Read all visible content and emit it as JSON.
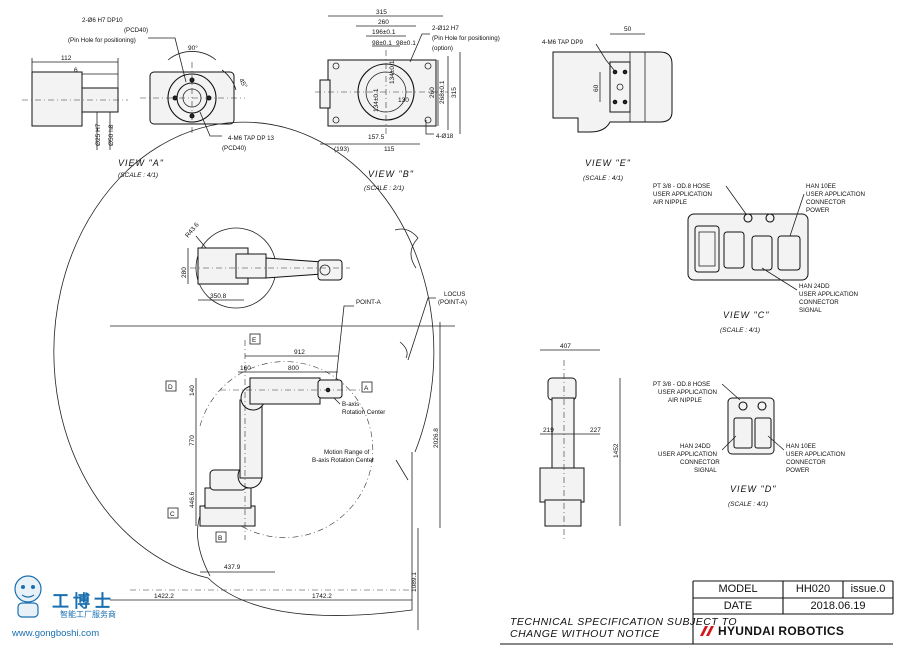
{
  "view_a": {
    "title": "VIEW \"A\"",
    "scale": "(SCALE : 4/1)",
    "pin_label_1": "2-Ø6 H7 DP10",
    "pin_label_2": "(PCD40)",
    "pin_label_3": "(Pin Hole for positioning)",
    "tap_label_1": "4-M6 TAP DP 13",
    "tap_label_2": "(PCD40)",
    "dim_112": "112",
    "dim_6": "6",
    "dim_d25": "Ø25 H7",
    "dim_d50": "Ø50 h8",
    "ang_90": "90°",
    "ang_45": "45°"
  },
  "view_b": {
    "title": "VIEW \"B\"",
    "scale": "(SCALE : 2/1)",
    "label_1": "2-Ø12 H7",
    "label_2": "(Pin Hole for positioning)",
    "label_3": "(option)",
    "label_4": "4-Ø18",
    "dim_315_top": "315",
    "dim_260": "260",
    "dim_196": "196±0.1",
    "dim_98a": "98±0.1",
    "dim_98b": "98±0.1",
    "dim_134a": "134±0.1",
    "dim_134b": "134±0.1",
    "dim_130": "130",
    "dim_260r": "260",
    "dim_268": "268±0.1",
    "dim_315r": "315",
    "dim_193": "(193)",
    "dim_157": "157.5",
    "dim_115": "115"
  },
  "view_e": {
    "title": "VIEW \"E\"",
    "scale": "(SCALE : 4/1)",
    "tap": "4-M6 TAP DP9",
    "dim_50": "50",
    "dim_60": "60"
  },
  "view_c": {
    "title": "VIEW \"C\"",
    "scale": "(SCALE : 4/1)",
    "air_1": "PT 3/8 - OD.8 HOSE",
    "air_2": "USER APPLICATION",
    "air_3": "AIR NIPPLE",
    "power_1": "HAN 10EE",
    "power_2": "USER APPLICATION",
    "power_3": "CONNECTOR",
    "power_4": "POWER",
    "signal_1": "HAN 24DD",
    "signal_2": "USER APPLICATION",
    "signal_3": "CONNECTOR",
    "signal_4": "SIGNAL"
  },
  "view_d": {
    "title": "VIEW \"D\"",
    "scale": "(SCALE : 4/1)",
    "air_1": "PT 3/8 - OD.8 HOSE",
    "air_2": "USER APPLICATION",
    "air_3": "AIR NIPPLE",
    "signal_1": "HAN 24DD",
    "signal_2": "USER APPLICATION",
    "signal_3": "CONNECTOR",
    "signal_4": "SIGNAL",
    "power_1": "HAN 10EE",
    "power_2": "USER APPLICATION",
    "power_3": "CONNECTOR",
    "power_4": "POWER"
  },
  "top_view": {
    "dim_r": "R43.6",
    "dim_280": "280",
    "dim_350": "350.8"
  },
  "side_view": {
    "point_a": "POINT-A",
    "locus_1": "LOCUS",
    "locus_2": "(POINT-A)",
    "b_axis_1": "B-axis",
    "b_axis_2": "Rotation Center",
    "motion_1": "Motion Range of",
    "motion_2": "B-axis Rotation Center",
    "dim_912": "912",
    "dim_160": "160",
    "dim_800": "800",
    "dim_140": "140",
    "dim_770": "770",
    "dim_446": "446.6",
    "dim_437": "437.9",
    "dim_2026": "2026.8",
    "dim_1089": "1089.1",
    "dim_1422": "1422.2",
    "dim_1742": "1742.2",
    "arrow_a": "A",
    "arrow_b": "B",
    "arrow_c": "C",
    "arrow_d": "D",
    "arrow_e": "E"
  },
  "front_view": {
    "dim_407": "407",
    "dim_219": "219",
    "dim_227": "227",
    "dim_1452": "1452"
  },
  "title_block": {
    "model_label": "MODEL",
    "model_value": "HH020",
    "issue": "issue.0",
    "date_label": "DATE",
    "date_value": "2018.06.19"
  },
  "notice": {
    "line_1": "TECHNICAL SPECIFICATION SUBJECT TO",
    "line_2": "CHANGE WITHOUT NOTICE"
  },
  "brand": "HYUNDAI ROBOTICS",
  "watermark": {
    "cn": "工博士",
    "sub": "智能工厂服务商",
    "url": "www.gongboshi.com"
  },
  "colors": {
    "line": "#111111",
    "watermark": "#1a6fb0",
    "brand_red": "#d4151a"
  }
}
